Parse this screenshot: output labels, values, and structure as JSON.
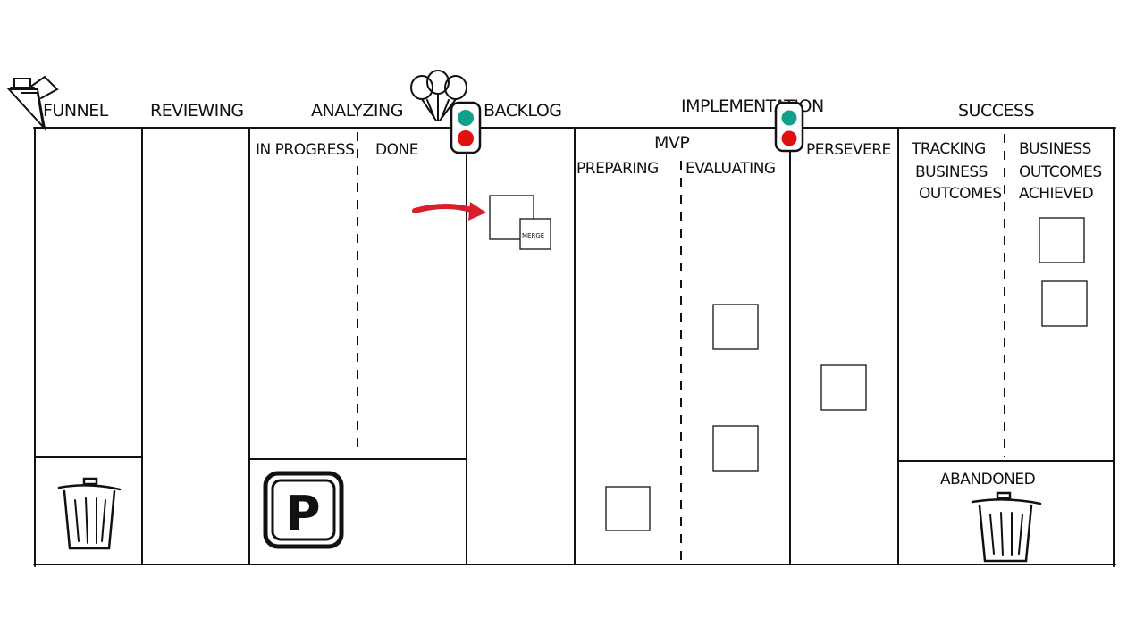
{
  "columns": {
    "funnel": "FUNNEL",
    "reviewing": "REVIEWING",
    "analyzing": "ANALYZING",
    "backlog": "BACKLOG",
    "implementation": "IMPLEMENTATION",
    "success": "SUCCESS"
  },
  "sub_columns": {
    "in_progress": "IN PROGRESS",
    "done": "DONE",
    "mvp": "MVP",
    "preparing": "PREPARING",
    "evaluating": "EVALUATING",
    "persevere": "PERSEVERE",
    "tracking_line1": "TRACKING",
    "tracking_line2": "BUSINESS",
    "tracking_line3": "OUTCOMES",
    "achieved_line1": "BUSINESS",
    "achieved_line2": "OUTCOMES",
    "achieved_line3": "ACHIEVED"
  },
  "labels": {
    "merge": "MERGE",
    "abandoned": "ABANDONED",
    "parking": "P"
  },
  "icons": {
    "funnel": "funnel-icon",
    "balloons": "balloons-icon",
    "traffic_light": "traffic-light-icon",
    "trash": "trash-can-icon",
    "parking": "parking-sign-icon",
    "arrow": "arrow-icon"
  },
  "colors": {
    "traffic_go": "#11a08a",
    "traffic_stop": "#e01010",
    "arrow": "#d81e2a"
  }
}
